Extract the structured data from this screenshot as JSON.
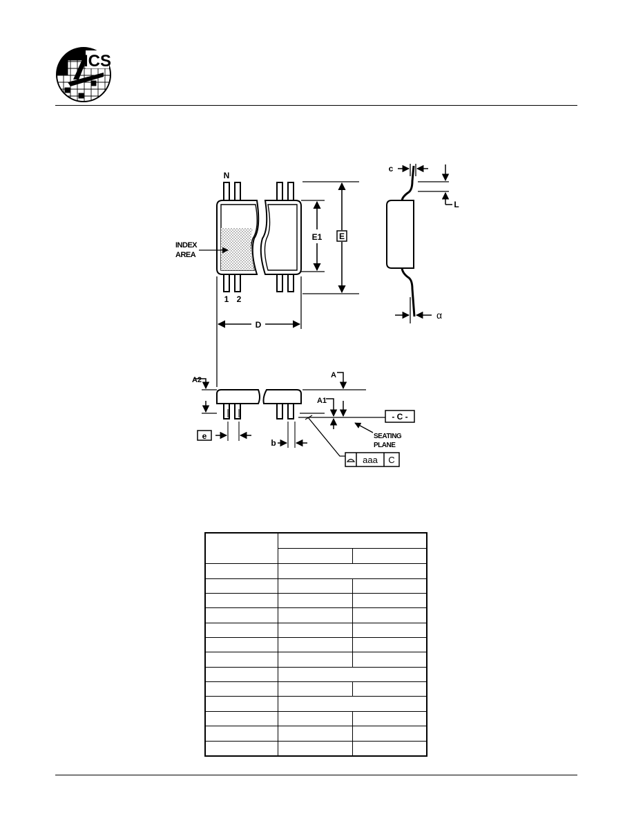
{
  "header": {
    "logo_text": "ICS"
  },
  "drawing": {
    "labels": {
      "N": "N",
      "pin1": "1",
      "pin2": "2",
      "index_area_line1": "INDEX",
      "index_area_line2": "AREA",
      "E1": "E1",
      "E": "E",
      "D": "D",
      "c": "c",
      "L": "L",
      "alpha": "α",
      "A": "A",
      "A1": "A1",
      "A2": "A2",
      "C_datum": "- C -",
      "seating_line1": "SEATING",
      "seating_line2": "PLANE",
      "e": "e",
      "b": "b",
      "fcf_aaa": "aaa",
      "fcf_C": "C"
    }
  },
  "table": {
    "columns": 3,
    "body_rows": 13,
    "merged_rows": [
      0,
      7,
      9
    ]
  }
}
